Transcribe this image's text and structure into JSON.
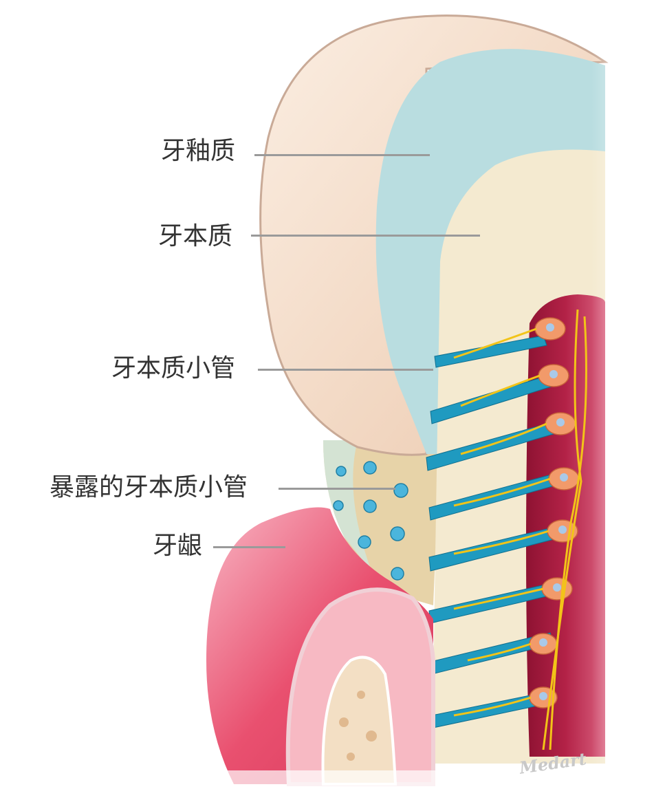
{
  "labels": {
    "enamel": "牙釉质",
    "dentin": "牙本质",
    "dentinal_tubules": "牙本质小管",
    "exposed_tubules": "暴露的牙本质小管",
    "gum": "牙龈"
  },
  "watermark": "Medart",
  "colors": {
    "enamel": "#f3dcc8",
    "dentin_outer": "#b9dde0",
    "dentin_inner": "#f4ead0",
    "pulp": "#a3193c",
    "tubule": "#1f9ac0",
    "gum": "#e9506f",
    "nerve": "#f2c418",
    "leader": "#9a9a9a"
  }
}
